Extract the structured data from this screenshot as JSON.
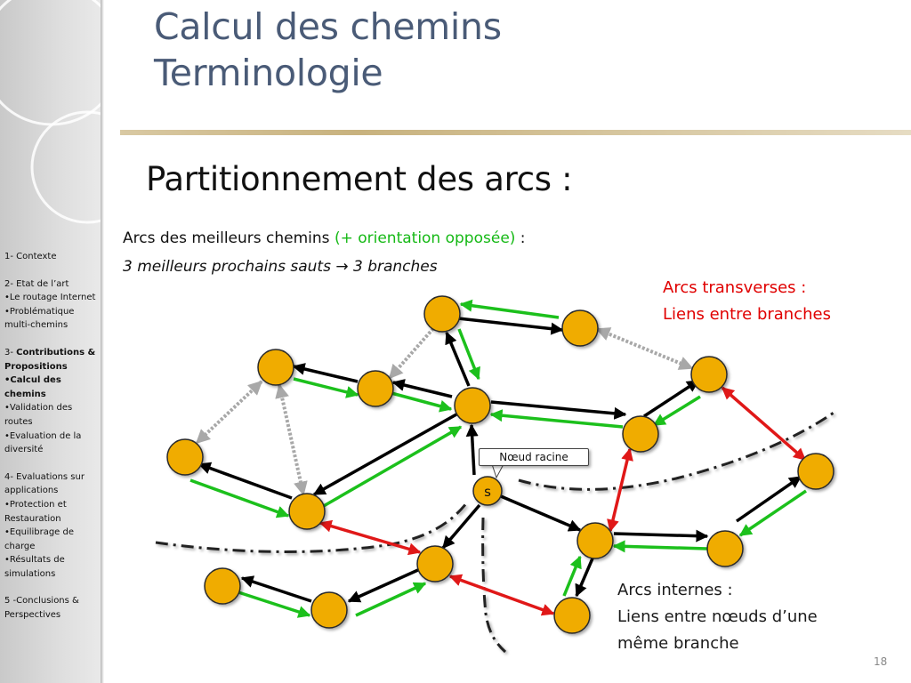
{
  "slide": {
    "title_line1": "Calcul des chemins",
    "title_line2": "Terminologie",
    "subtitle": "Partitionnement des arcs :",
    "paths_line_start": "Arcs des meilleurs chemins ",
    "paths_line_green": "(+ orientation opposée)",
    "paths_line_end": " :",
    "hops_line": "3 meilleurs prochains sauts  → 3 branches",
    "transverse_title": "Arcs transverses :",
    "transverse_desc": "Liens entre branches",
    "internal_title": "Arcs internes :",
    "internal_desc": "Liens entre nœuds d’une même branche",
    "page_number": "18"
  },
  "outline": {
    "s1": "1- Contexte",
    "s2": "2- Etat de l’art",
    "s2_items": [
      "Le routage Internet",
      "Problématique multi-chemins"
    ],
    "s3_prefix": "3- ",
    "s3_bold": "Contributions & Propositions",
    "s3_current": "Calcul des chemins",
    "s3_items": [
      "Validation des routes",
      "Evaluation de la diversité"
    ],
    "s4": "4- Evaluations sur applications",
    "s4_items": [
      "Protection et Restauration",
      "Equilibrage de charge",
      "Résultats de simulations"
    ],
    "s5": "5 -Conclusions & Perspectives"
  },
  "diagram": {
    "root_label": "s",
    "root_callout": "Nœud racine",
    "colors": {
      "node_fill": "#f0ac00",
      "node_stroke": "#2b2b2b",
      "best_path": "#000000",
      "reverse": "#1cc01c",
      "transverse": "#e01818",
      "alternative": "#a8a8a8",
      "separator": "#222222",
      "accent_title": "#4a5b77"
    }
  }
}
